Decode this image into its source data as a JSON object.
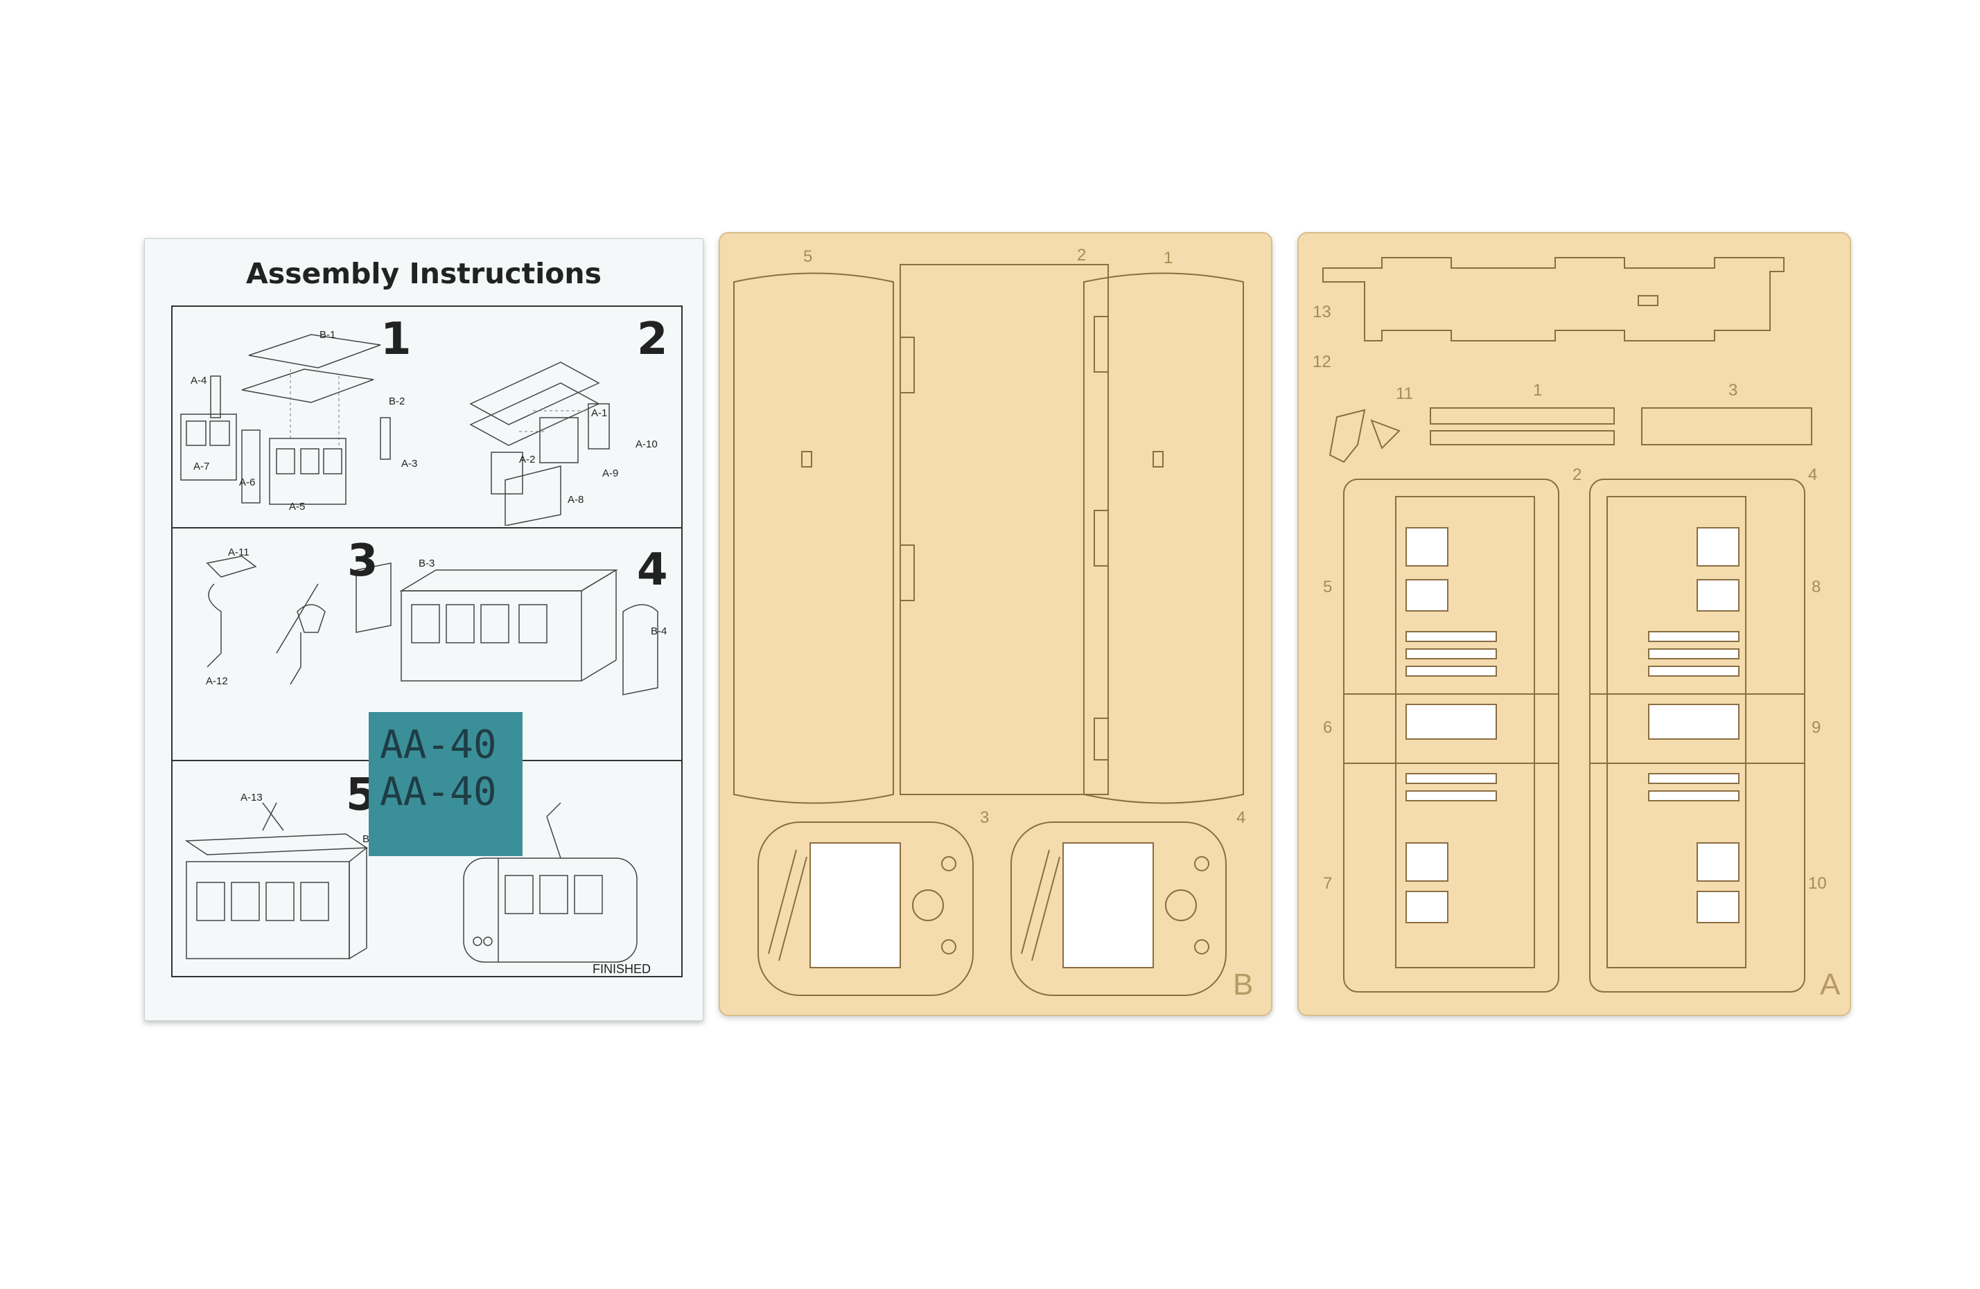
{
  "instructions": {
    "title": "Assembly Instructions",
    "steps": [
      "1",
      "2",
      "3",
      "4",
      "5"
    ],
    "labels": {
      "b1": "B-1",
      "b2": "B-2",
      "a4": "A-4",
      "a3": "A-3",
      "a7": "A-7",
      "a6": "A-6",
      "a5": "A-5",
      "a1": "A-1",
      "a10": "A-10",
      "a2": "A-2",
      "a9": "A-9",
      "a8": "A-8",
      "a11": "A-11",
      "a12": "A-12",
      "b3": "B-3",
      "b4": "B-4",
      "a13": "A-13",
      "b5": "B-5"
    },
    "finished": "FINISHED"
  },
  "sticker": {
    "line1": "AA-40",
    "line2": "AA-40",
    "color": "#3b8f99"
  },
  "sheet_b": {
    "letter": "B",
    "parts": {
      "p1": "1",
      "p2": "2",
      "p3": "3",
      "p4": "4",
      "p5": "5"
    }
  },
  "sheet_a": {
    "letter": "A",
    "parts": {
      "p1": "1",
      "p2": "2",
      "p3": "3",
      "p4": "4",
      "p5": "5",
      "p6": "6",
      "p7": "7",
      "p8": "8",
      "p9": "9",
      "p10": "10",
      "p11": "11",
      "p12": "12",
      "p13": "13"
    }
  },
  "colors": {
    "wood": "#f5dcae",
    "cut_line": "#8a6e42",
    "paper": "#f4f8f8"
  }
}
